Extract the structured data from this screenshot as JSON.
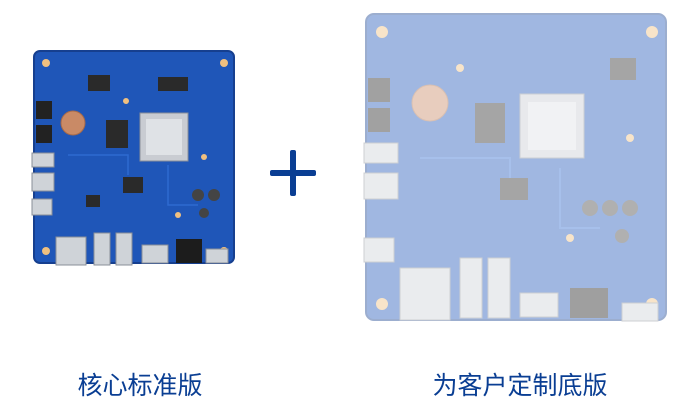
{
  "left_product": {
    "caption": "核心标准版",
    "board_name": "core-standard-board"
  },
  "right_product": {
    "caption": "为客户定制底版",
    "board_name": "custom-baseboard"
  },
  "connector_symbol": "plus-icon",
  "colors": {
    "caption_text": "#0a3e93",
    "plus": "#0a3e93",
    "pcb_blue": "#1f56b8",
    "pcb_dark": "#163f8f",
    "background": "#ffffff"
  }
}
